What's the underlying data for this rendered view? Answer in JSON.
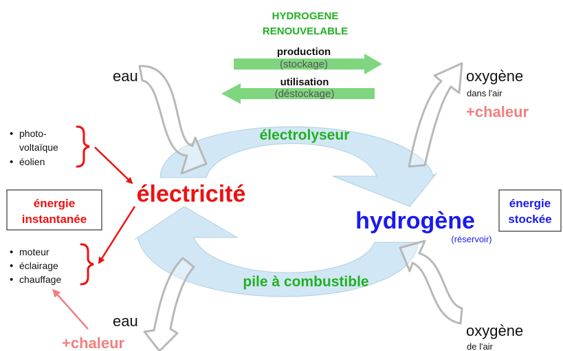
{
  "colors": {
    "green_title": "#22b022",
    "green_arrow": "#7fd67f",
    "red": "#ee1111",
    "salmon": "#f08080",
    "blue": "#1a1aee",
    "cycle_fill": "#c9e3f3",
    "cycle_stroke": "#b0cfe3",
    "gray_arrow": "#b8b8b8",
    "text": "#111111"
  },
  "header": {
    "title_line1": "HYDROGENE",
    "title_line2": "RENOUVELABLE",
    "production": "production",
    "storage": "(stockage)",
    "use": "utilisation",
    "destorage": "(déstockage)"
  },
  "cycle": {
    "top_label": "électrolyseur",
    "bottom_label": "pile à combustible"
  },
  "nodes": {
    "electricity": "électricité",
    "hydrogen": "hydrogène",
    "reservoir": "(réservoir)"
  },
  "left": {
    "sources": [
      "photo-",
      "voltaïque",
      "éolien"
    ],
    "uses": [
      "moteur",
      "éclairage",
      "chauffage"
    ],
    "instant_line1": "énergie",
    "instant_line2": "instantanée",
    "heat_label": "+chaleur"
  },
  "right": {
    "stored_line1": "énergie",
    "stored_line2": "stockée",
    "oxygen_top": "oxygène",
    "oxygen_top_sub": "dans l'air",
    "oxygen_top_heat": "+chaleur",
    "oxygen_bottom": "oxygène",
    "oxygen_bottom_sub": "de l'air"
  },
  "water": {
    "top": "eau",
    "bottom": "eau"
  }
}
